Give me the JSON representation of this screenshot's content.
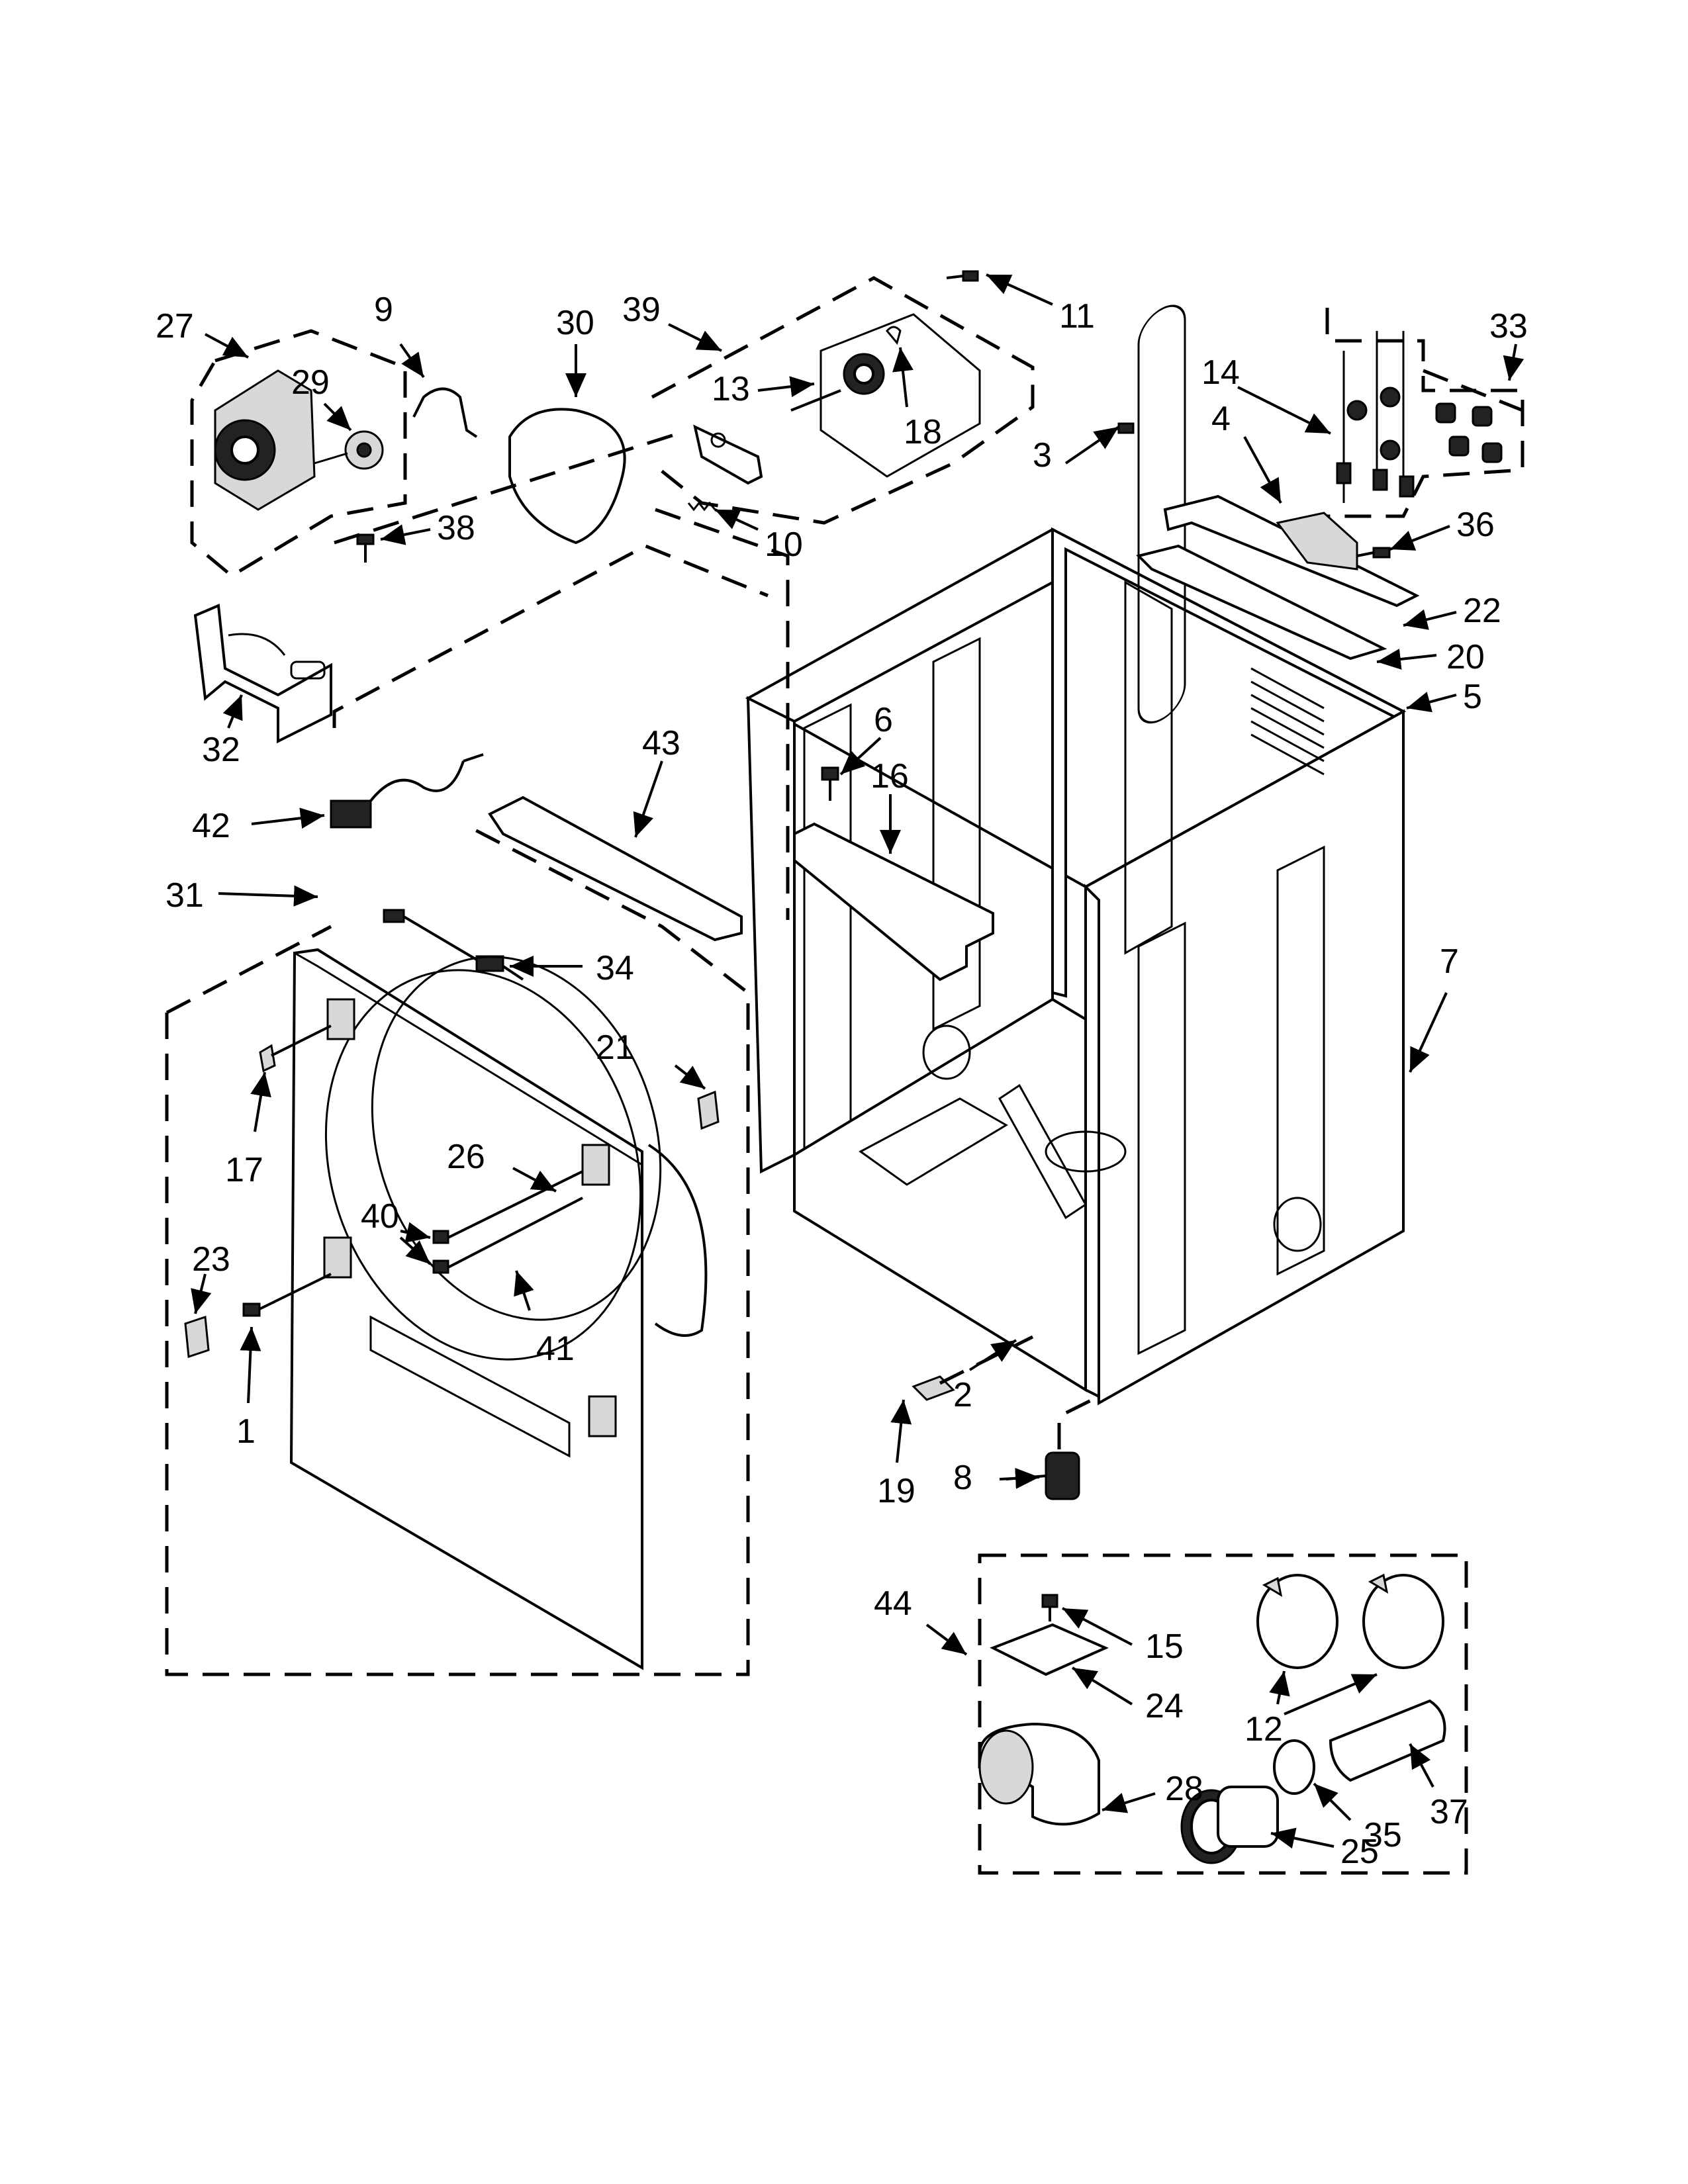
{
  "callouts": [
    {
      "id": "1",
      "text": "1"
    },
    {
      "id": "2",
      "text": "2"
    },
    {
      "id": "3",
      "text": "3"
    },
    {
      "id": "4",
      "text": "4"
    },
    {
      "id": "5",
      "text": "5"
    },
    {
      "id": "6",
      "text": "6"
    },
    {
      "id": "7",
      "text": "7"
    },
    {
      "id": "8",
      "text": "8"
    },
    {
      "id": "9",
      "text": "9"
    },
    {
      "id": "10",
      "text": "10"
    },
    {
      "id": "11",
      "text": "11"
    },
    {
      "id": "12",
      "text": "12"
    },
    {
      "id": "13",
      "text": "13"
    },
    {
      "id": "14",
      "text": "14"
    },
    {
      "id": "15",
      "text": "15"
    },
    {
      "id": "16",
      "text": "16"
    },
    {
      "id": "17",
      "text": "17"
    },
    {
      "id": "18",
      "text": "18"
    },
    {
      "id": "19",
      "text": "19"
    },
    {
      "id": "20",
      "text": "20"
    },
    {
      "id": "21",
      "text": "21"
    },
    {
      "id": "22",
      "text": "22"
    },
    {
      "id": "23",
      "text": "23"
    },
    {
      "id": "24",
      "text": "24"
    },
    {
      "id": "25",
      "text": "25"
    },
    {
      "id": "26",
      "text": "26"
    },
    {
      "id": "27",
      "text": "27"
    },
    {
      "id": "28",
      "text": "28"
    },
    {
      "id": "29",
      "text": "29"
    },
    {
      "id": "30",
      "text": "30"
    },
    {
      "id": "31",
      "text": "31"
    },
    {
      "id": "32",
      "text": "32"
    },
    {
      "id": "33",
      "text": "33"
    },
    {
      "id": "34",
      "text": "34"
    },
    {
      "id": "35",
      "text": "35"
    },
    {
      "id": "36",
      "text": "36"
    },
    {
      "id": "37",
      "text": "37"
    },
    {
      "id": "38",
      "text": "38"
    },
    {
      "id": "39",
      "text": "39"
    },
    {
      "id": "40",
      "text": "40"
    },
    {
      "id": "41",
      "text": "41"
    },
    {
      "id": "42",
      "text": "42"
    },
    {
      "id": "43",
      "text": "43"
    },
    {
      "id": "44",
      "text": "44"
    }
  ]
}
